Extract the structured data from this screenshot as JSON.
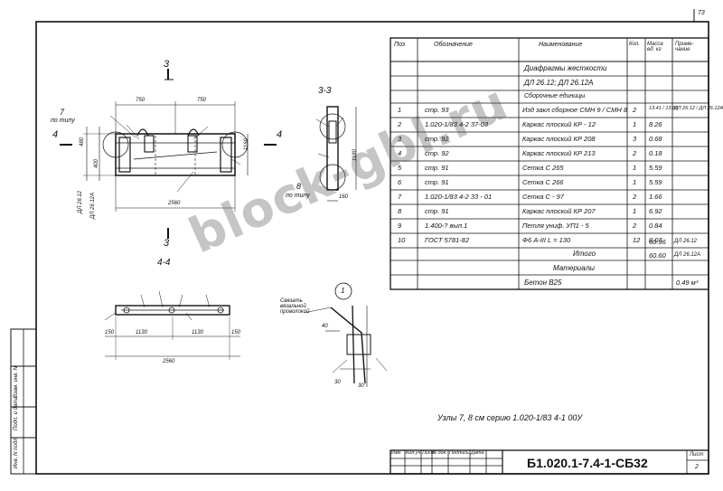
{
  "sheet": {
    "page_number": "73",
    "sheet_label": "Лист",
    "sheet_no": "2"
  },
  "spec_table": {
    "headers": {
      "pos": "Поз",
      "designation": "Обозначение",
      "name": "Наименование",
      "qty": "Кол.",
      "mass": "Масса ед. кг",
      "note": "Приме-чание"
    },
    "title_rows": [
      "Диафрагмы жесткости",
      "ДЛ 26.12; ДЛ 26.12А",
      "Сборочные единицы"
    ],
    "rows": [
      {
        "pos": "1",
        "designation": "стр. 93",
        "name": "Изд закл сборное  СМН 9 / СМН 8",
        "qty": "2",
        "mass": "13.41 / 13.83",
        "note": "ДЛ 26.12 / ДЛ 26.12А"
      },
      {
        "pos": "2",
        "designation": "1.020-1/83 4-2 37-03",
        "name": "Каркас плоский  КР - 12",
        "qty": "1",
        "mass": "8.26",
        "note": ""
      },
      {
        "pos": "3",
        "designation": "стр. 92",
        "name": "Каркас плоский  КР 208",
        "qty": "3",
        "mass": "0.68",
        "note": ""
      },
      {
        "pos": "4",
        "designation": "стр. 92",
        "name": "Каркас плоский  КР 213",
        "qty": "2",
        "mass": "0.18",
        "note": ""
      },
      {
        "pos": "5",
        "designation": "стр. 91",
        "name": "Сетка  С 265",
        "qty": "1",
        "mass": "5.59",
        "note": ""
      },
      {
        "pos": "6",
        "designation": "стр. 91",
        "name": "Сетка  С 266",
        "qty": "1",
        "mass": "5.59",
        "note": ""
      },
      {
        "pos": "7",
        "designation": "1.020-1/83 4-2 33 - 01",
        "name": "Сетка  С - 97",
        "qty": "2",
        "mass": "1.66",
        "note": ""
      },
      {
        "pos": "8",
        "designation": "стр. 91",
        "name": "Каркас плоский  КР 207",
        "qty": "1",
        "mass": "6.92",
        "note": ""
      },
      {
        "pos": "9",
        "designation": "1.400-? вып.1",
        "name": "Петля униф. УП1 - 5",
        "qty": "2",
        "mass": "0.84",
        "note": ""
      },
      {
        "pos": "10",
        "designation": "ГОСТ 5781-82",
        "name": "Ф6 А-III  L = 130",
        "qty": "12",
        "mass": "0.03",
        "note": ""
      }
    ],
    "totals_label": "Итого",
    "totals": [
      {
        "mass": "60.96",
        "note": "ДЛ 26.12"
      },
      {
        "mass": "60.60",
        "note": "ДЛ 26.12А"
      }
    ],
    "materials_label": "Материалы",
    "material": {
      "name": "Бетон В25",
      "value": "0.49 м³"
    }
  },
  "drawing": {
    "section_33": "3-3",
    "section_44": "4-4",
    "cut_3": "3",
    "cut_4": "4",
    "view7_label": "7",
    "view7_note": "по типу",
    "view8_label": "8",
    "view8_note": "по типу",
    "node_1": "1",
    "dim_750a": "750",
    "dim_750b": "750",
    "dim_2560": "2560",
    "dim_2560b": "2560",
    "dim_150a": "150",
    "dim_150b": "150",
    "dim_1130a": "1130",
    "dim_1130b": "1130",
    "dim_1160": "1160",
    "dim_1180": "1180",
    "dim_160": "160",
    "dim_480": "480",
    "dim_400": "400",
    "dim_30a": "30",
    "dim_30b": "30",
    "dim_40": "40",
    "vlabel_a": "ДЛ 26.12",
    "vlabel_b": "ДЛ 26.12А",
    "weld_note": "Связать вязальной проволокой",
    "nodes_note": "Узлы  7, 8 см  серию  1.020-1/83 4-1 00У"
  },
  "title_block": {
    "code": "Б1.020.1-7.4-1-СБ32",
    "cols": [
      "Изм",
      "Кол.уч",
      "Лист",
      "N док",
      "Подпись",
      "Дата"
    ],
    "side_stamp": [
      "Инв. N подл.",
      "Подп. и дата",
      "Взам. инв. N"
    ]
  },
  "watermark": "block-gbl.ru"
}
